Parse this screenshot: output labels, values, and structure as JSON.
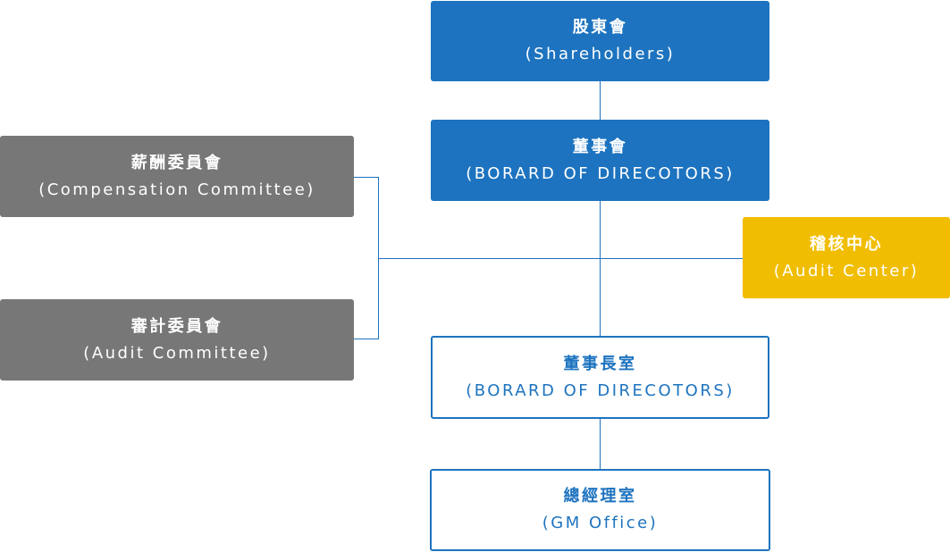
{
  "nodes": {
    "shareholders": {
      "zh": "股東會",
      "en": "(Shareholders)"
    },
    "board": {
      "zh": "董事會",
      "en": "(BORARD OF DIRECOTORS)"
    },
    "compensation": {
      "zh": "薪酬委員會",
      "en": "(Compensation Committee)"
    },
    "audit_committee": {
      "zh": "審計委員會",
      "en": "(Audit Committee)"
    },
    "audit_center": {
      "zh": "稽核中心",
      "en": "(Audit Center)"
    },
    "chairman_office": {
      "zh": "董事長室",
      "en": "(BORARD OF DIRECOTORS)"
    },
    "gm_office": {
      "zh": "總經理室",
      "en": "(GM Office)"
    }
  },
  "colors": {
    "primary_blue": "#1d73bf",
    "committee_gray": "#777777",
    "audit_gold": "#f1bd00",
    "text_white": "#ffffff"
  }
}
